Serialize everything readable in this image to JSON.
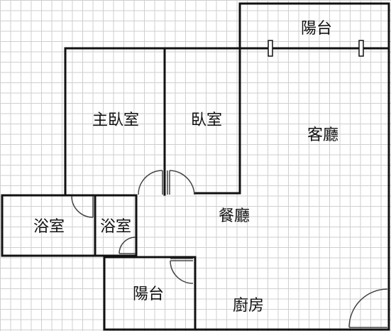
{
  "colors": {
    "background": "#ffffff",
    "grid": "#cfcfcf",
    "wall": "#111111",
    "door_arc": "#444444"
  },
  "rooms": {
    "balcony_top": "陽台",
    "master_bedroom": "主臥室",
    "bedroom": "臥室",
    "living_room": "客廳",
    "dining_room": "餐廳",
    "bathroom_1": "浴室",
    "bathroom_2": "浴室",
    "balcony_bottom": "陽台",
    "kitchen": "廚房"
  }
}
